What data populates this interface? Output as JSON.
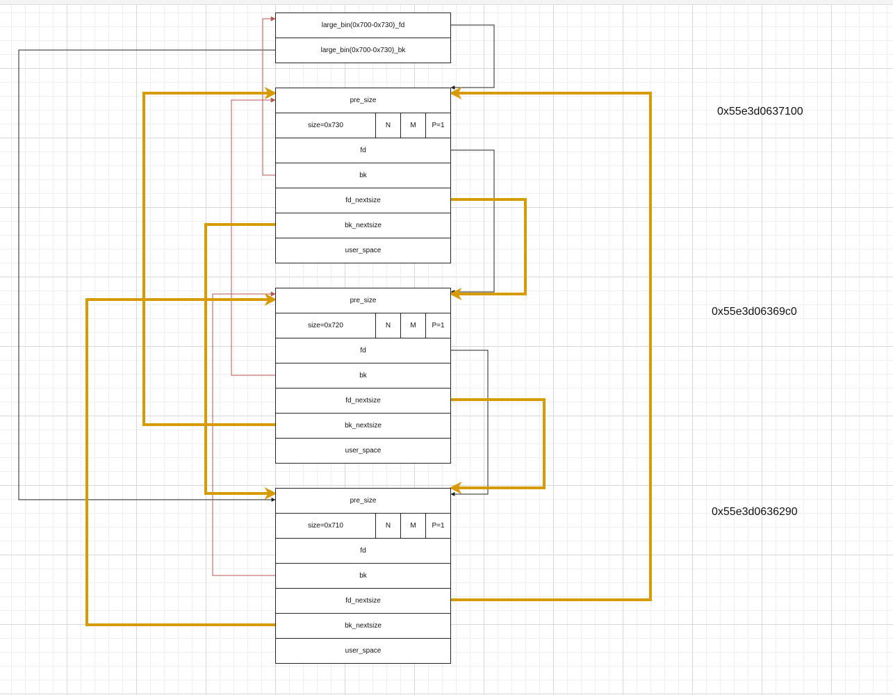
{
  "bin": {
    "fd": "large_bin(0x700-0x730)_fd",
    "bk": "large_bin(0x700-0x730)_bk"
  },
  "chunks": [
    {
      "address": "0x55e3d0637100",
      "pre_size": "pre_size",
      "size": "size=0x730",
      "n": "N",
      "m": "M",
      "p": "P=1",
      "fd": "fd",
      "bk": "bk",
      "fd_nextsize": "fd_nextsize",
      "bk_nextsize": "bk_nextsize",
      "user_space": "user_space"
    },
    {
      "address": "0x55e3d06369c0",
      "pre_size": "pre_size",
      "size": "size=0x720",
      "n": "N",
      "m": "M",
      "p": "P=1",
      "fd": "fd",
      "bk": "bk",
      "fd_nextsize": "fd_nextsize",
      "bk_nextsize": "bk_nextsize",
      "user_space": "user_space"
    },
    {
      "address": "0x55e3d0636290",
      "pre_size": "pre_size",
      "size": "size=0x710",
      "n": "N",
      "m": "M",
      "p": "P=1",
      "fd": "fd",
      "bk": "bk",
      "fd_nextsize": "fd_nextsize",
      "bk_nextsize": "bk_nextsize",
      "user_space": "user_space"
    }
  ],
  "colors": {
    "fd_link": "#222222",
    "bk_link": "#b85450",
    "nextsize_link": "#d79b00"
  }
}
